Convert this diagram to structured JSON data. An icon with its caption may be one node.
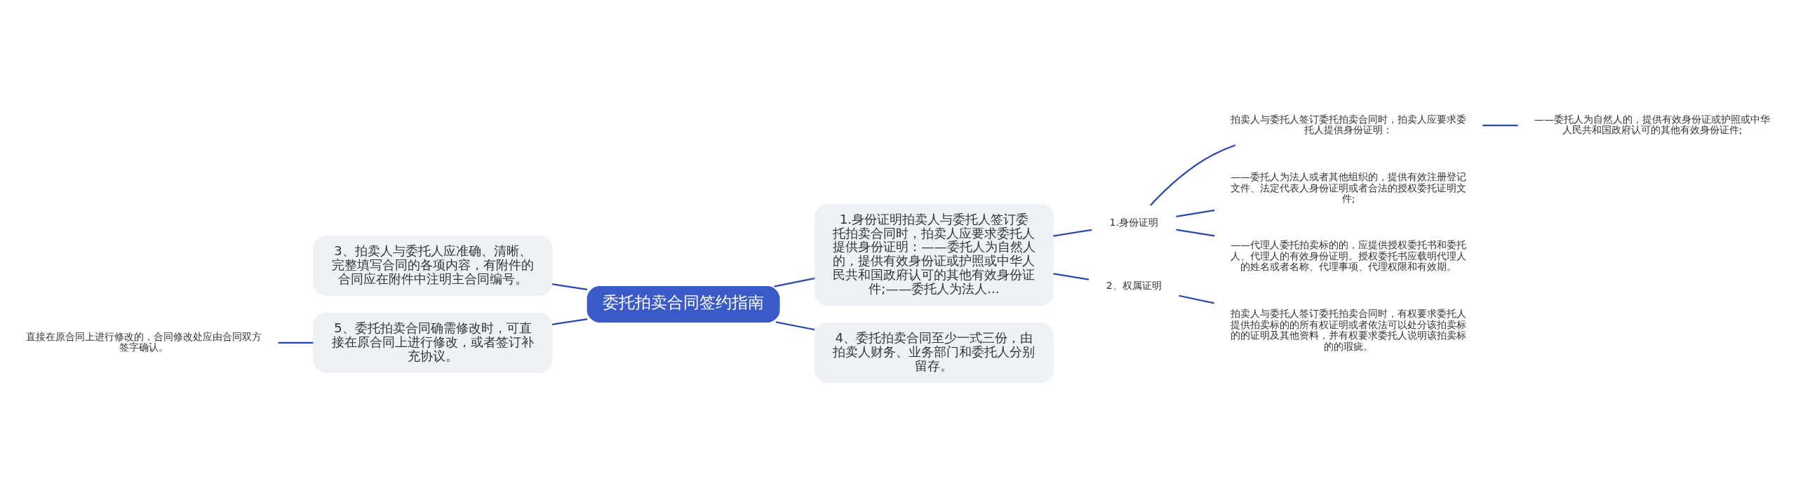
{
  "diagram": {
    "nodes": [
      {
        "text": [
          "委托拍卖合同签约指南"
        ]
      },
      {
        "text": [
          "1.身份证明拍卖人与委托人签订委托拍卖合同时，拍卖人应要求委托人提供身份证明：——委托人为自然人的，提供有效身份证或护照或中华人民共和国政府认可的其他有效身份证件;——委托人为法人..."
        ]
      },
      {
        "text": [
          "1.身份证明"
        ]
      },
      {
        "text": [
          "拍卖人与委托人签订委托拍卖合同时，拍卖人应要求委托人提供身份证明："
        ]
      },
      {
        "text": [
          "——委托人为自然人的，提供有效身份证或护照或中华人民共和国政府认可的其他有效身份证件;"
        ]
      },
      {
        "text": [
          "——委托人为法人或者其他组织的，提供有效注册登记文件、法定代表人身份证明或者合法的授权委托证明文件;"
        ]
      },
      {
        "text": [
          "——代理人委托拍卖标的的，应提供授权委托书和委托人、代理人的有效身份证明。授权委托书应载明代理人的姓名或者名称、代理事项、代理权限和有效期。"
        ]
      },
      {
        "text": [
          "2、权属证明"
        ]
      },
      {
        "text": [
          "拍卖人与委托人签订委托拍卖合同时，有权要求委托人提供拍卖标的的所有权证明或者依法可以处分该拍卖标的的证明及其他资料，并有权要求委托人说明该拍卖标的的瑕疵。"
        ]
      },
      {
        "text": [
          "4、委托拍卖合同至少一式三份，由拍卖人财务、业务部门和委托人分别留存。"
        ]
      },
      {
        "text": [
          "3、拍卖人与委托人应准确、清晰、完整填写合同的各项内容，有附件的合同应在附件中注明主合同编号。"
        ]
      },
      {
        "text": [
          "5、委托拍卖合同确需修改时，可直接在原合同上进行修改，或者签订补充协议。"
        ]
      },
      {
        "text": [
          "直接在原合同上进行修改的，合同修改处应由合同双方签字确认。"
        ]
      }
    ],
    "edges": [
      {
        "from": 0,
        "to": 1,
        "arrow": "none"
      },
      {
        "from": 1,
        "to": 2,
        "arrow": "none"
      },
      {
        "from": 2,
        "to": 3,
        "arrow": "none"
      },
      {
        "from": 3,
        "to": 4,
        "arrow": "none"
      },
      {
        "from": 2,
        "to": 5,
        "arrow": "none"
      },
      {
        "from": 2,
        "to": 6,
        "arrow": "none"
      },
      {
        "from": 1,
        "to": 7,
        "arrow": "none"
      },
      {
        "from": 7,
        "to": 8,
        "arrow": "none"
      },
      {
        "from": 0,
        "to": 9,
        "arrow": "none"
      },
      {
        "from": 0,
        "to": 10,
        "arrow": "none"
      },
      {
        "from": 0,
        "to": 11,
        "arrow": "none"
      },
      {
        "from": 11,
        "to": 12,
        "arrow": "none"
      }
    ]
  }
}
